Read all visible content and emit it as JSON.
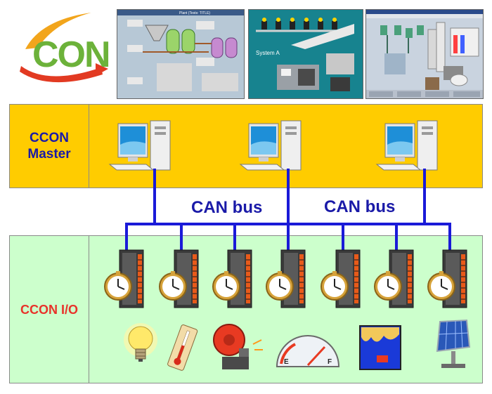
{
  "logo": {
    "text": "CON"
  },
  "master": {
    "label_line1": "CCON",
    "label_line2": "Master"
  },
  "io": {
    "label": "CCON I/O"
  },
  "bus": {
    "label_left": "CAN bus",
    "label_right": "CAN bus"
  },
  "screenshots": {
    "shot1_title": "Plant (Tests: TITLE)",
    "shot2_title": "System A"
  },
  "colors": {
    "master_band": "#ffcc00",
    "io_band": "#ccffcc",
    "bus_line": "#1a1ad8",
    "label_blue": "#1a1aa8",
    "label_red": "#e8332a",
    "logo_green": "#6cb23a"
  },
  "devices": [
    "light-bulb-icon",
    "thermometer-icon",
    "alarm-bell-icon",
    "fuel-gauge-icon",
    "tank-level-icon",
    "solar-panel-icon"
  ]
}
